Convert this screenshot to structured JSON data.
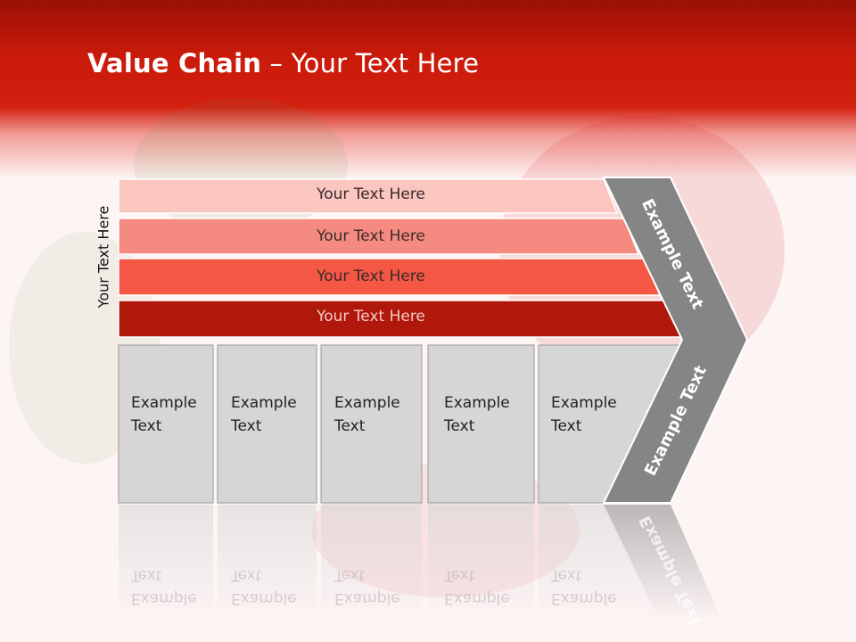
{
  "slide": {
    "title_bold": "Value Chain",
    "title_rest": " – Your Text Here",
    "side_label": "Your Text Here"
  },
  "bands": [
    {
      "label": "Your Text Here",
      "color": "#fbc5c0"
    },
    {
      "label": "Your Text Here",
      "color": "#f58b80"
    },
    {
      "label": "Your Text Here",
      "color": "#f45743"
    },
    {
      "label": "Your Text Here",
      "color": "#b0180b"
    }
  ],
  "cells": [
    {
      "line1": "Example",
      "line2": "Text"
    },
    {
      "line1": "Example",
      "line2": "Text"
    },
    {
      "line1": "Example",
      "line2": "Text"
    },
    {
      "line1": "Example",
      "line2": "Text"
    },
    {
      "line1": "Example",
      "line2": "Text"
    }
  ],
  "chevron": {
    "upper_label": "Example Text",
    "lower_label": "Example Text",
    "color": "#858585"
  },
  "colors": {
    "header": "#c81a0a",
    "cell_fill": "#d6d6d6"
  }
}
